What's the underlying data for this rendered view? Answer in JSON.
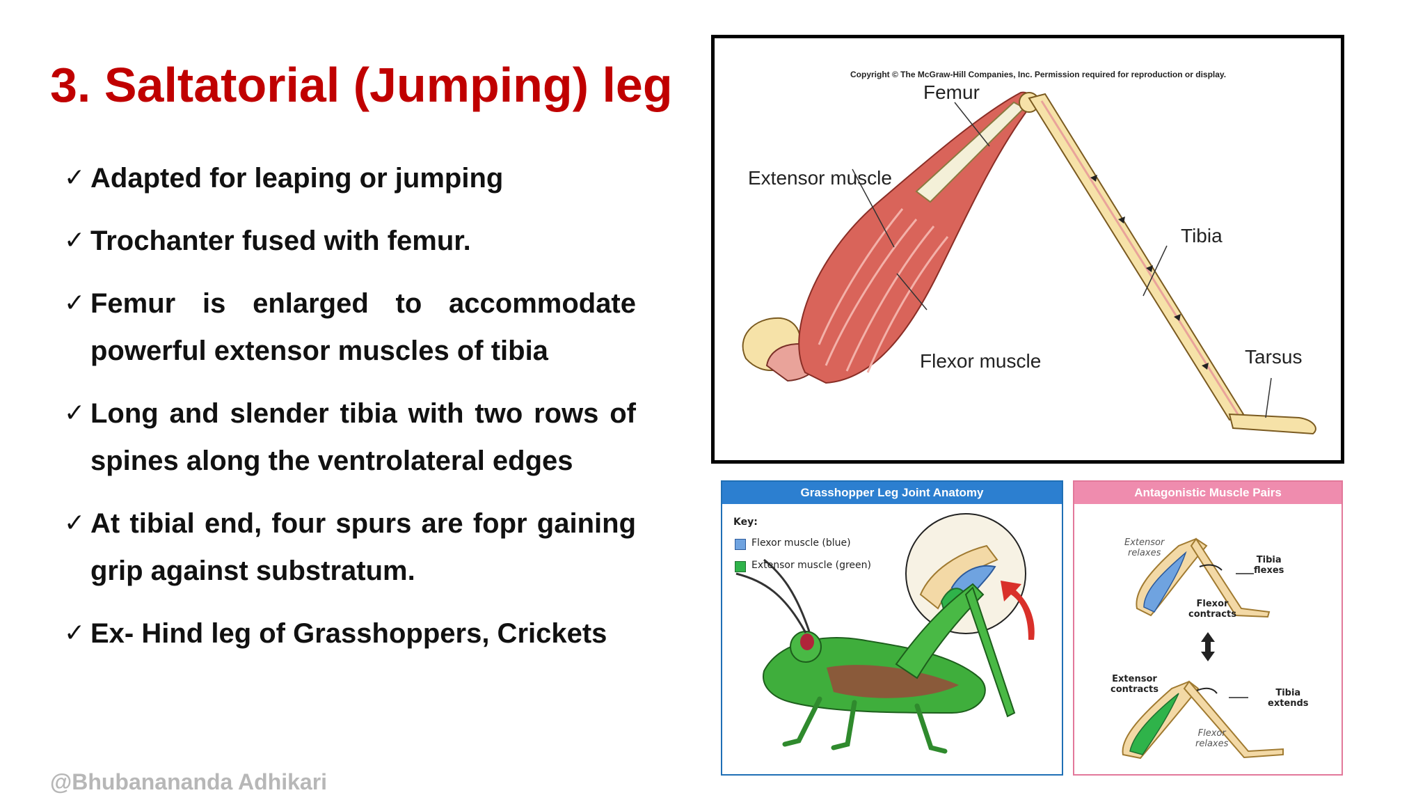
{
  "slide": {
    "title": "3. Saltatorial (Jumping) leg",
    "check_glyph": "✓",
    "bullets": [
      {
        "line1": "Adapted for leaping or jumping",
        "line2": ""
      },
      {
        "line1": "Trochanter fused with femur.",
        "line2": ""
      },
      {
        "line1": "Femur is enlarged to accommodate",
        "line2": "powerful extensor muscles of tibia"
      },
      {
        "line1": "Long and slender tibia with two rows of",
        "line2": "spines along the ventrolateral edges"
      },
      {
        "line1": "At tibial end, four spurs are fopr gaining",
        "line2": "grip against substratum."
      },
      {
        "line1": "Ex- Hind leg of Grasshoppers, Crickets",
        "line2": ""
      }
    ],
    "watermark": "@Bhubanananda Adhikari"
  },
  "figure_top": {
    "copyright": "Copyright © The McGraw-Hill Companies, Inc. Permission required for reproduction or display.",
    "labels": {
      "femur": "Femur",
      "extensor": "Extensor muscle",
      "tibia": "Tibia",
      "flexor": "Flexor muscle",
      "tarsus": "Tarsus"
    }
  },
  "panel_left": {
    "heading": "Grasshopper Leg Joint Anatomy",
    "key_title": "Key:",
    "key_items": [
      {
        "label": "Flexor muscle  (blue)",
        "color": "#6fa3e0"
      },
      {
        "label": "Extensor muscle  (green)",
        "color": "#2fb34a"
      }
    ]
  },
  "panel_right": {
    "heading": "Antagonistic Muscle Pairs",
    "top": {
      "extensor": [
        "Extensor",
        "relaxes"
      ],
      "tibia": [
        "Tibia",
        "flexes"
      ],
      "flexor": [
        "Flexor",
        "contracts"
      ]
    },
    "bottom": {
      "extensor": [
        "Extensor",
        "contracts"
      ],
      "tibia": [
        "Tibia",
        "extends"
      ],
      "flexor": [
        "Flexor",
        "relaxes"
      ]
    }
  },
  "colors": {
    "title": "#c00000",
    "muscle": "#d9645a",
    "flexor_blue": "#6fa3e0",
    "extensor_green": "#2fb34a",
    "left_header": "#2c7fd0",
    "right_header": "#ef8cae"
  }
}
